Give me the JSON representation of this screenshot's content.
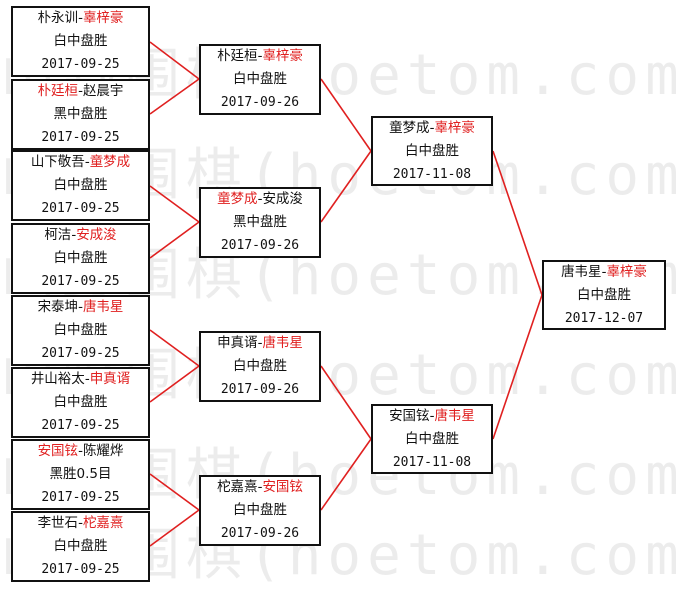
{
  "matches": [
    {
      "id": "r1m1",
      "p1": "朴永训",
      "p2": "辜梓豪",
      "winner": 2,
      "result": "白中盘胜",
      "date": "2017-09-25"
    },
    {
      "id": "r1m2",
      "p1": "朴廷桓",
      "p2": "赵晨宇",
      "winner": 1,
      "result": "黑中盘胜",
      "date": "2017-09-25"
    },
    {
      "id": "r1m3",
      "p1": "山下敬吾",
      "p2": "童梦成",
      "winner": 2,
      "result": "白中盘胜",
      "date": "2017-09-25"
    },
    {
      "id": "r1m4",
      "p1": "柯洁",
      "p2": "安成浚",
      "winner": 2,
      "result": "白中盘胜",
      "date": "2017-09-25"
    },
    {
      "id": "r1m5",
      "p1": "宋泰坤",
      "p2": "唐韦星",
      "winner": 2,
      "result": "白中盘胜",
      "date": "2017-09-25"
    },
    {
      "id": "r1m6",
      "p1": "井山裕太",
      "p2": "申真谞",
      "winner": 2,
      "result": "白中盘胜",
      "date": "2017-09-25"
    },
    {
      "id": "r1m7",
      "p1": "安国铉",
      "p2": "陈耀烨",
      "winner": 1,
      "result": "黑胜0.5目",
      "date": "2017-09-25"
    },
    {
      "id": "r1m8",
      "p1": "李世石",
      "p2": "柁嘉熹",
      "winner": 2,
      "result": "白中盘胜",
      "date": "2017-09-25"
    },
    {
      "id": "r2m1",
      "p1": "朴廷桓",
      "p2": "辜梓豪",
      "winner": 2,
      "result": "白中盘胜",
      "date": "2017-09-26"
    },
    {
      "id": "r2m2",
      "p1": "童梦成",
      "p2": "安成浚",
      "winner": 1,
      "result": "黑中盘胜",
      "date": "2017-09-26"
    },
    {
      "id": "r2m3",
      "p1": "申真谞",
      "p2": "唐韦星",
      "winner": 2,
      "result": "白中盘胜",
      "date": "2017-09-26"
    },
    {
      "id": "r2m4",
      "p1": "柁嘉熹",
      "p2": "安国铉",
      "winner": 2,
      "result": "白中盘胜",
      "date": "2017-09-26"
    },
    {
      "id": "r3m1",
      "p1": "童梦成",
      "p2": "辜梓豪",
      "winner": 2,
      "result": "白中盘胜",
      "date": "2017-11-08"
    },
    {
      "id": "r3m2",
      "p1": "安国铉",
      "p2": "唐韦星",
      "winner": 2,
      "result": "白中盘胜",
      "date": "2017-11-08"
    },
    {
      "id": "final",
      "p1": "唐韦星",
      "p2": "辜梓豪",
      "winner": 2,
      "result": "白中盘胜",
      "date": "2017-12-07"
    }
  ],
  "colors": {
    "winner": "#e02020",
    "line": "#e02020",
    "border": "#111111"
  }
}
